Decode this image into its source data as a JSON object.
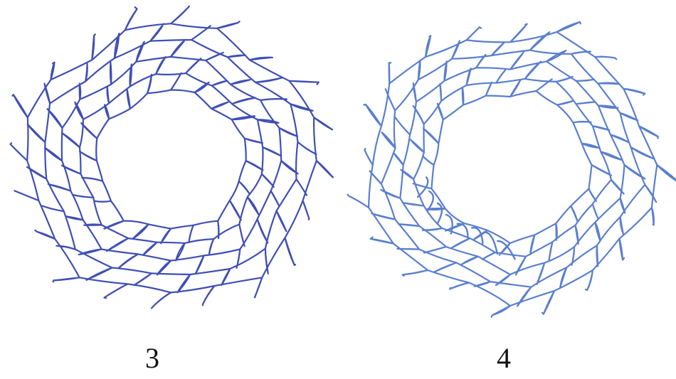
{
  "figures": [
    {
      "label": "3",
      "ink_color": "#3f4fb5",
      "twisted_strands": 0
    },
    {
      "label": "4",
      "ink_color": "#5a7fcf",
      "twisted_strands": 4
    }
  ]
}
